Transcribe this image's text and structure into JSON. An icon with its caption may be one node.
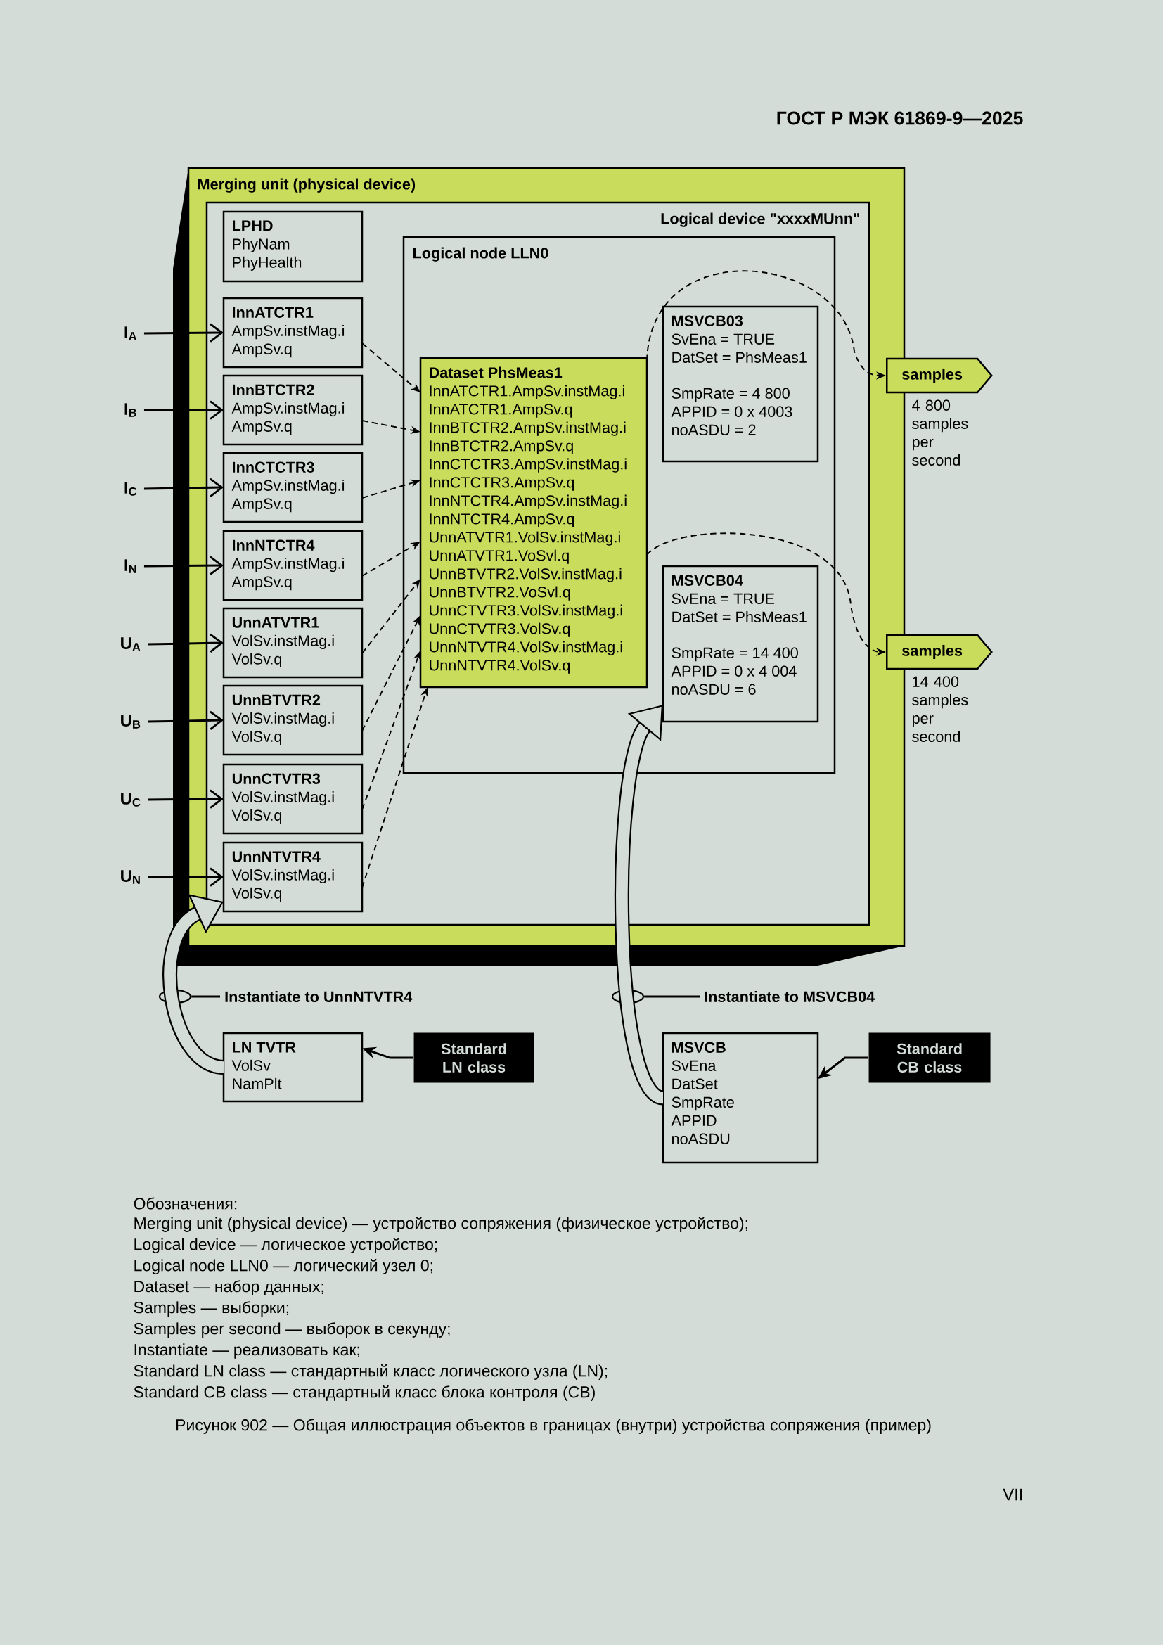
{
  "diagram": {
    "caption": "Рисунок 902 — Общая иллюстрация объектов в границах (внутри) устройства сопряжения (пример)",
    "nodes": [
      {
        "text": [
          "Merging unit (physical device)"
        ]
      },
      {
        "text": [
          "Logical device \"xxxxMUnn\""
        ],
        "in": 0
      },
      {
        "text": [
          "LPHD",
          "PhyNam",
          "PhyHealth"
        ],
        "in": 1
      },
      {
        "text": [
          "InnATCTR1",
          "AmpSv.instMag.i",
          "AmpSv.q"
        ],
        "in": 1
      },
      {
        "text": [
          "InnBTCTR2",
          "AmpSv.instMag.i",
          "AmpSv.q"
        ],
        "in": 1
      },
      {
        "text": [
          "InnCTCTR3",
          "AmpSv.instMag.i",
          "AmpSv.q"
        ],
        "in": 1
      },
      {
        "text": [
          "InnNTCTR4",
          "AmpSv.instMag.i",
          "AmpSv.q"
        ],
        "in": 1
      },
      {
        "text": [
          "UnnATVTR1",
          "VolSv.instMag.i",
          "VolSv.q"
        ],
        "in": 1
      },
      {
        "text": [
          "UnnBTVTR2",
          "VolSv.instMag.i",
          "VolSv.q"
        ],
        "in": 1
      },
      {
        "text": [
          "UnnCTVTR3",
          "VolSv.instMag.i",
          "VolSv.q"
        ],
        "in": 1
      },
      {
        "text": [
          "UnnNTVTR4",
          "VolSv.instMag.i",
          "VolSv.q"
        ],
        "in": 1
      },
      {
        "text": [
          "Logical node LLN0"
        ],
        "in": 1
      },
      {
        "text": [
          "Dataset PhsMeas1",
          "InnATCTR1.AmpSv.instMag.i",
          "InnATCTR1.AmpSv.q",
          "InnBTCTR2.AmpSv.instMag.i",
          "InnBTCTR2.AmpSv.q",
          "InnCTCTR3.AmpSv.instMag.i",
          "InnCTCTR3.AmpSv.q",
          "InnNTCTR4.AmpSv.instMag.i",
          "InnNTCTR4.AmpSv.q",
          "UnnATVTR1.VolSv.instMag.i",
          "UnnATVTR1.VoSvl.q",
          "UnnBTVTR2.VolSv.instMag.i",
          "UnnBTVTR2.VoSvl.q",
          "UnnCTVTR3.VolSv.instMag.i",
          "UnnCTVTR3.VolSv.q",
          "UnnNTVTR4.VolSv.instMag.i",
          "UnnNTVTR4.VolSv.q"
        ],
        "in": 11
      },
      {
        "text": [
          "MSVCB03",
          "SvEna = TRUE",
          "DatSet = PhsMeas1",
          "SmpRate = 4 800",
          "APPID = 0 x 4003",
          "noASDU = 2"
        ],
        "in": 11
      },
      {
        "text": [
          "MSVCB04",
          "SvEna = TRUE",
          "DatSet = PhsMeas1",
          "SmpRate = 14 400",
          "APPID = 0 x 4 004",
          "noASDU = 6"
        ],
        "in": 11
      },
      {
        "text": [
          "samples"
        ],
        "beside": [
          "4 800 samples per second"
        ]
      },
      {
        "text": [
          "samples"
        ],
        "beside": [
          "14 400 samples per second"
        ]
      },
      {
        "text": [
          "I$_{A}$"
        ]
      },
      {
        "text": [
          "I$_{B}$"
        ]
      },
      {
        "text": [
          "I$_{C}$"
        ]
      },
      {
        "text": [
          "I$_{N}$"
        ]
      },
      {
        "text": [
          "U$_{A}$"
        ]
      },
      {
        "text": [
          "U$_{B}$"
        ]
      },
      {
        "text": [
          "U$_{C}$"
        ]
      },
      {
        "text": [
          "U$_{N}$"
        ]
      },
      {
        "text": [
          "Instantiate to UnnNTVTR4"
        ]
      },
      {
        "text": [
          "LN TVTR",
          "VolSv",
          "NamPlt"
        ]
      },
      {
        "text": [
          "Standard LN class"
        ]
      },
      {
        "text": [
          "Instantiate to MSVCB04"
        ]
      },
      {
        "text": [
          "MSVCB",
          "SvEna",
          "DatSet",
          "SmpRate",
          "APPID",
          "noASDU"
        ]
      },
      {
        "text": [
          "Standard CB class"
        ]
      },
      {
        "text": [],
        "shape": "ellipse"
      },
      {
        "text": [],
        "shape": "ellipse"
      }
    ],
    "edges": [
      {
        "from": 17,
        "to": 3,
        "arrow": "to"
      },
      {
        "from": 18,
        "to": 4,
        "arrow": "to"
      },
      {
        "from": 19,
        "to": 5,
        "arrow": "to"
      },
      {
        "from": 20,
        "to": 6,
        "arrow": "to"
      },
      {
        "from": 21,
        "to": 7,
        "arrow": "to"
      },
      {
        "from": 22,
        "to": 8,
        "arrow": "to"
      },
      {
        "from": 23,
        "to": 9,
        "arrow": "to"
      },
      {
        "from": 24,
        "to": 10,
        "arrow": "to"
      },
      {
        "from": 3,
        "to": 12,
        "arrow": "to",
        "style": "dashed"
      },
      {
        "from": 4,
        "to": 12,
        "arrow": "to",
        "style": "dashed"
      },
      {
        "from": 5,
        "to": 12,
        "arrow": "to",
        "style": "dashed"
      },
      {
        "from": 6,
        "to": 12,
        "arrow": "to",
        "style": "dashed"
      },
      {
        "from": 7,
        "to": 12,
        "arrow": "to",
        "style": "dashed"
      },
      {
        "from": 8,
        "to": 12,
        "arrow": "to",
        "style": "dashed"
      },
      {
        "from": 9,
        "to": 12,
        "arrow": "to",
        "style": "dashed"
      },
      {
        "from": 10,
        "to": 12,
        "arrow": "to",
        "style": "dashed"
      },
      {
        "from": 12,
        "to": 15,
        "arrow": "to",
        "style": "dashed"
      },
      {
        "from": 12,
        "to": 16,
        "arrow": "to",
        "style": "dashed"
      },
      {
        "from": 26,
        "to": 10,
        "arrow": "to",
        "style": "thick"
      },
      {
        "from": 29,
        "to": 14,
        "arrow": "to",
        "style": "thick"
      },
      {
        "from": 27,
        "to": 26,
        "arrow": "to"
      },
      {
        "from": 30,
        "to": 29,
        "arrow": "to"
      },
      {
        "from": 25,
        "to": 31,
        "arrow": "none"
      },
      {
        "from": 28,
        "to": 32,
        "arrow": "none"
      }
    ],
    "labels": [
      "ГОСТ Р МЭК 61869-9—2025",
      "Обозначения:",
      "Merging unit (physical device) — устройство сопряжения (физическое устройство);",
      "Logical device — логическое устройство;",
      "Logical node LLN0 — логический узел 0;",
      "Dataset — набор данных;",
      "Samples — выборки;",
      "Samples per second — выборок в секунду;",
      "Instantiate — реализовать как;",
      "Standard LN class — стандартный класс логического узла (LN);",
      "Standard CB class — стандартный класс блока контроля (CB)",
      "VII"
    ]
  }
}
